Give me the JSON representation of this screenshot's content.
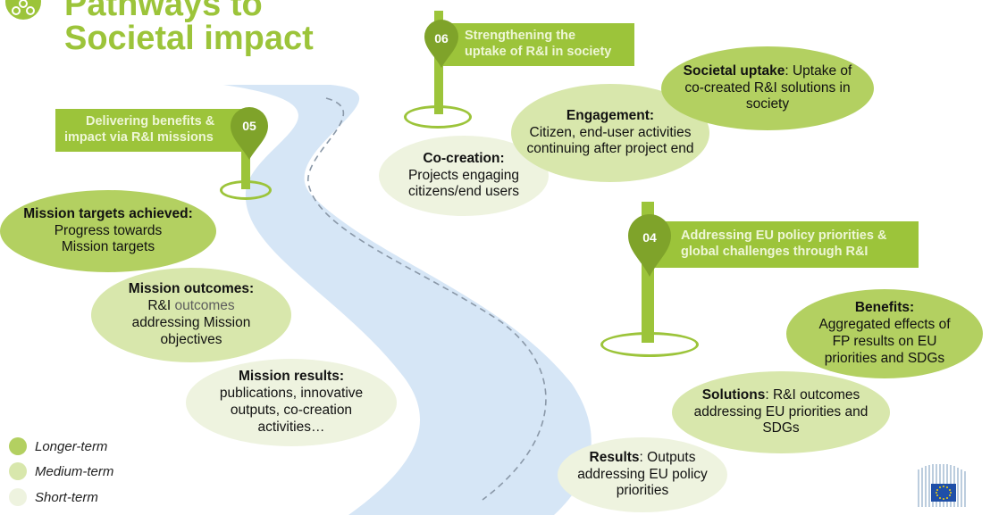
{
  "title": {
    "line1": "Pathways to",
    "line2": "Societal impact"
  },
  "colors": {
    "longer": "#b3d061",
    "medium": "#d8e7ac",
    "short": "#eef3df",
    "accent": "#9cc43a",
    "river": "#d6e6f6"
  },
  "pathways": [
    {
      "number": "05",
      "label_line1": "Delivering benefits &",
      "label_line2": "impact via R&I missions"
    },
    {
      "number": "06",
      "label_line1": "Strengthening the",
      "label_line2": "uptake of R&I in society"
    },
    {
      "number": "04",
      "label_line1": "Addressing EU policy priorities &",
      "label_line2": "global challenges through R&I"
    }
  ],
  "bubbles": {
    "mission_targets": {
      "term": "Longer-term",
      "title": "Mission targets achieved",
      "text": "Progress towards Mission targets"
    },
    "mission_outcomes": {
      "term": "Medium-term",
      "title": "Mission outcomes",
      "text_prefix": "R&I",
      "text_highlight": " outcomes",
      "text_suffix": "addressing Mission objectives"
    },
    "mission_results": {
      "term": "Short-term",
      "title": "Mission results",
      "text": "publications, innovative outputs, co-creation activities…"
    },
    "co_creation": {
      "term": "Short-term",
      "title": "Co-creation",
      "text": "Projects engaging citizens/end users"
    },
    "engagement": {
      "term": "Medium-term",
      "title": "Engagement",
      "text": "Citizen, end-user activities continuing after project end"
    },
    "societal_uptake": {
      "term": "Longer-term",
      "title": "Societal uptake",
      "text": "Uptake of co-created R&I solutions in society"
    },
    "benefits": {
      "term": "Longer-term",
      "title": "Benefits",
      "text": "Aggregated effects of FP results on EU priorities and SDGs"
    },
    "solutions": {
      "term": "Medium-term",
      "title": "Solutions",
      "text": "R&I outcomes addressing EU priorities and SDGs"
    },
    "results": {
      "term": "Short-term",
      "title": "Results",
      "text": "Outputs addressing EU policy priorities"
    }
  },
  "legend": [
    "Longer-term",
    "Medium-term",
    "Short-term"
  ],
  "logo": {
    "icon": "european-commission-logo"
  }
}
